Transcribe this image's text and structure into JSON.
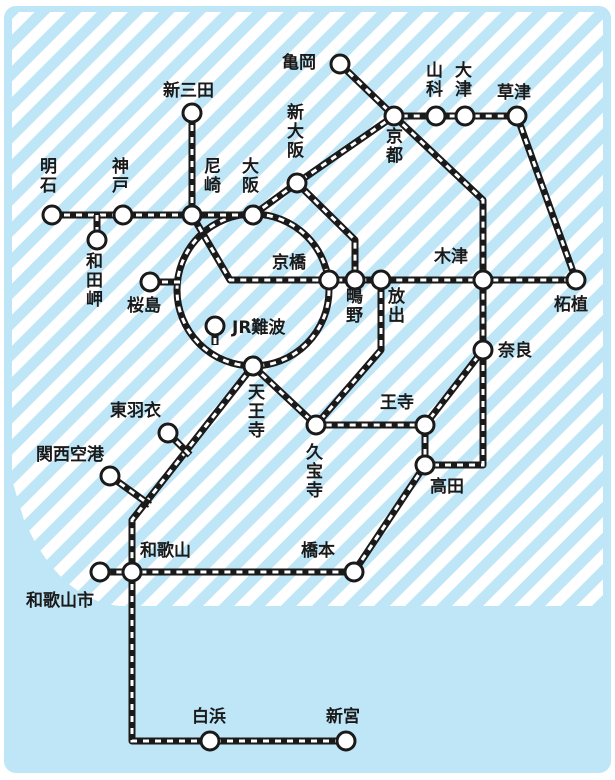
{
  "colors": {
    "sea": "#bfe6f7",
    "land_stripe": "#ffffff",
    "track_dark": "#1a1a1a",
    "track_light": "#ffffff",
    "label": "#1a1a1a"
  },
  "stations": {
    "kameoka": "亀岡",
    "yamashina": "山科",
    "otsu": "大津",
    "kusatsu": "草津",
    "shinsanda": "新三田",
    "shinosaka": "新大阪",
    "kyoto": "京都",
    "akashi": "明石",
    "kobe": "神戸",
    "amagasaki": "尼崎",
    "osaka": "大阪",
    "wadamisaki": "和田岬",
    "sakurajima": "桜島",
    "kyobashi": "京橋",
    "shigino": "鴫野",
    "hanaten": "放出",
    "kizu": "木津",
    "tsuge": "柘植",
    "jr_namba": "JR難波",
    "tennoji": "天王寺",
    "nara": "奈良",
    "higashihagoromo": "東羽衣",
    "oji": "王寺",
    "kansai_airport": "関西空港",
    "kudara": "久宝寺",
    "takada": "高田",
    "wakayama": "和歌山",
    "hashimoto": "橋本",
    "wakayamashi": "和歌山市",
    "shirahama": "白浜",
    "shingu": "新宮"
  }
}
